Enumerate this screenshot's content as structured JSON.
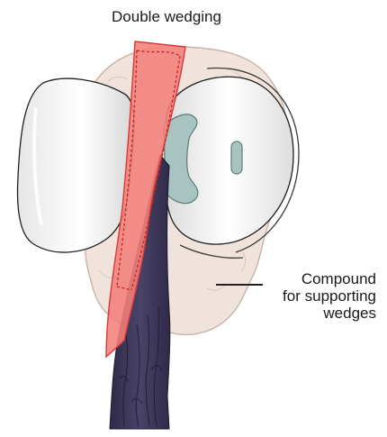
{
  "title": "Double wedging",
  "compound_label": {
    "line1": "Compound",
    "line2": "for supporting",
    "line3": "wedges"
  },
  "colors": {
    "compound": "#efe3dc",
    "compound_outline": "#c7b3a8",
    "tooth": "#f4f4f4",
    "tooth_shadow": "#cfcfcf",
    "matrix_band": "#333333",
    "cavity": "#a7c4c0",
    "wedge_red": "#f47f7a",
    "wedge_red_outline": "#d73a36",
    "wedge_dark": "#3a3456",
    "leader_line": "#222222"
  }
}
